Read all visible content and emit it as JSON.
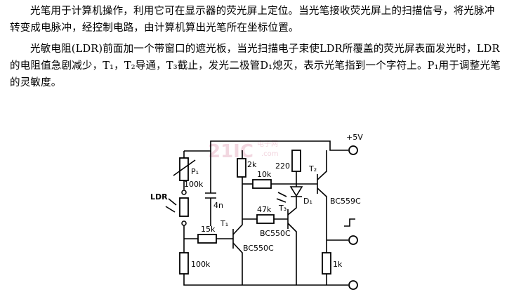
{
  "text": {
    "paragraph1": "光笔用于计算机操作，利用它可在显示器的荧光屏上定位。当光笔接收荧光屏上的扫描信号，将光脉冲转变成电脉冲，经控制电路，由计算机算出光笔所在坐标位置。",
    "paragraph2": "光敏电阻(LDR)前面加一个带窗口的遮光板，当光扫描电子束使LDR所覆盖的荧光屏表面发光时，LDR的电阻值急剧减少，T₁，T₂导通，T₃截止，发光二极管D₁熄灭，表示光笔指到一个字符上。P₁用于调整光笔的灵敏度。"
  },
  "watermark": {
    "main": "21IC",
    "sub": "电子网",
    "domain": ".com"
  },
  "diagram": {
    "supply": "+5V",
    "p1": "P₁",
    "p1_value": "100k",
    "ldr": "LDR",
    "c1": "4n",
    "r_15k": "15k",
    "r_100k": "100k",
    "t1": "T₁",
    "t1_part": "BC550C",
    "r_2k": "2k",
    "r_10k": "10k",
    "r_220": "220",
    "d1": "D₁",
    "r_47k": "47k",
    "t3": "T₃",
    "t3_part": "BC550C",
    "t2": "T₂",
    "t2_part": "BC559C",
    "r_1k": "1k"
  },
  "colors": {
    "ink": "#000000",
    "watermark": "#e9b8c8"
  }
}
